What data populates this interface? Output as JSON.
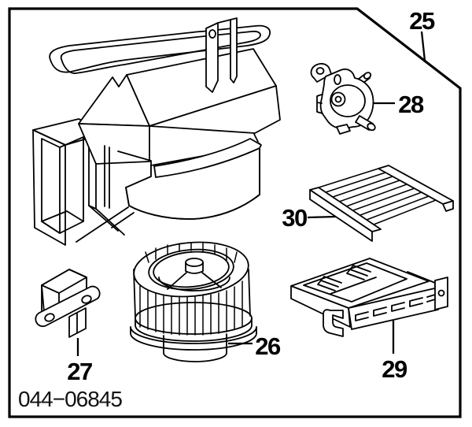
{
  "diagram": {
    "drawing_code": "044−06845",
    "callouts": [
      {
        "label": "25"
      },
      {
        "label": "26"
      },
      {
        "label": "27"
      },
      {
        "label": "28"
      },
      {
        "label": "29"
      },
      {
        "label": "30"
      }
    ],
    "colors": {
      "line": "#000000",
      "background": "#ffffff"
    }
  }
}
